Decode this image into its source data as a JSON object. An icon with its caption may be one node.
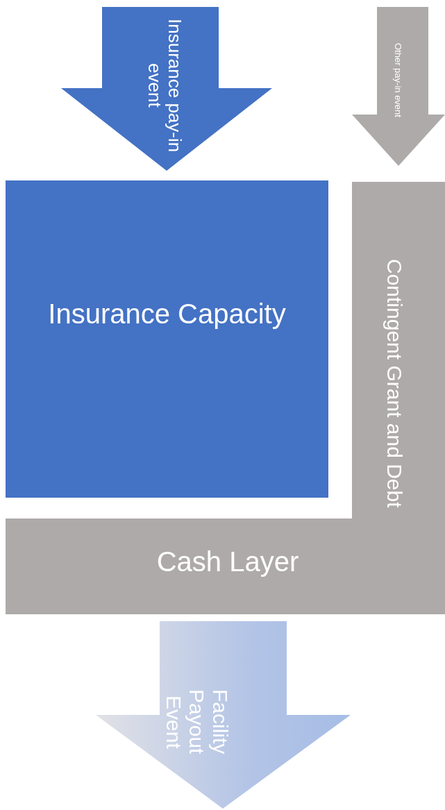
{
  "diagram": {
    "nodes": [
      {
        "text": [
          "Insurance pay-in event"
        ]
      },
      {
        "text": [
          "Other pay-in event"
        ]
      },
      {
        "text": [
          "Insurance Capacity"
        ]
      },
      {
        "text": [
          "Contingent Grant and Debt",
          "Cash Layer"
        ]
      },
      {
        "text": [
          "Facility Payout Event"
        ]
      }
    ]
  }
}
